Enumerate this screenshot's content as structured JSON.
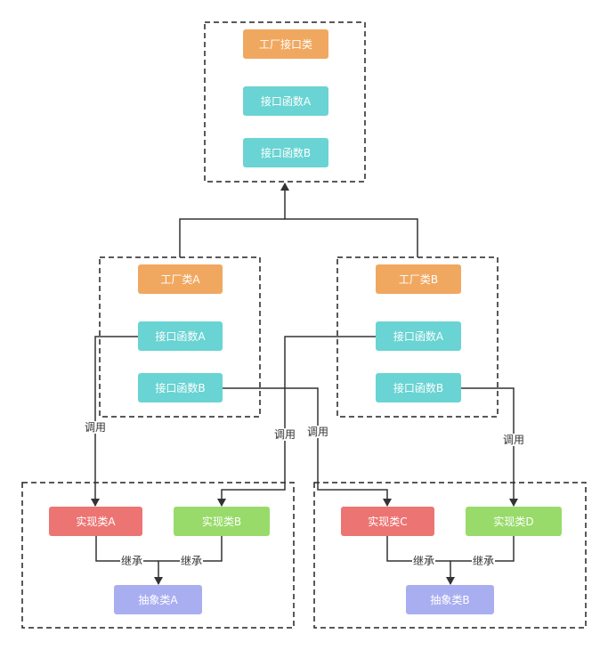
{
  "factory_interface": {
    "title": "工厂接口类",
    "method_a": "接口函数A",
    "method_b": "接口函数B"
  },
  "factory_a": {
    "title": "工厂类A",
    "method_a": "接口函数A",
    "method_b": "接口函数B"
  },
  "factory_b": {
    "title": "工厂类B",
    "method_a": "接口函数A",
    "method_b": "接口函数B"
  },
  "group_a": {
    "impl_a": "实现类A",
    "impl_b": "实现类B",
    "abstract": "抽象类A"
  },
  "group_b": {
    "impl_c": "实现类C",
    "impl_d": "实现类D",
    "abstract": "抽象类B"
  },
  "edge_labels": {
    "call": "调用",
    "inherit": "继承"
  },
  "colors": {
    "factory": "#f0a860",
    "method": "#6ad3d3",
    "impl_left": "#ec7472",
    "impl_right": "#98db6a",
    "abstract": "#a9aef1",
    "line": "#333333"
  }
}
